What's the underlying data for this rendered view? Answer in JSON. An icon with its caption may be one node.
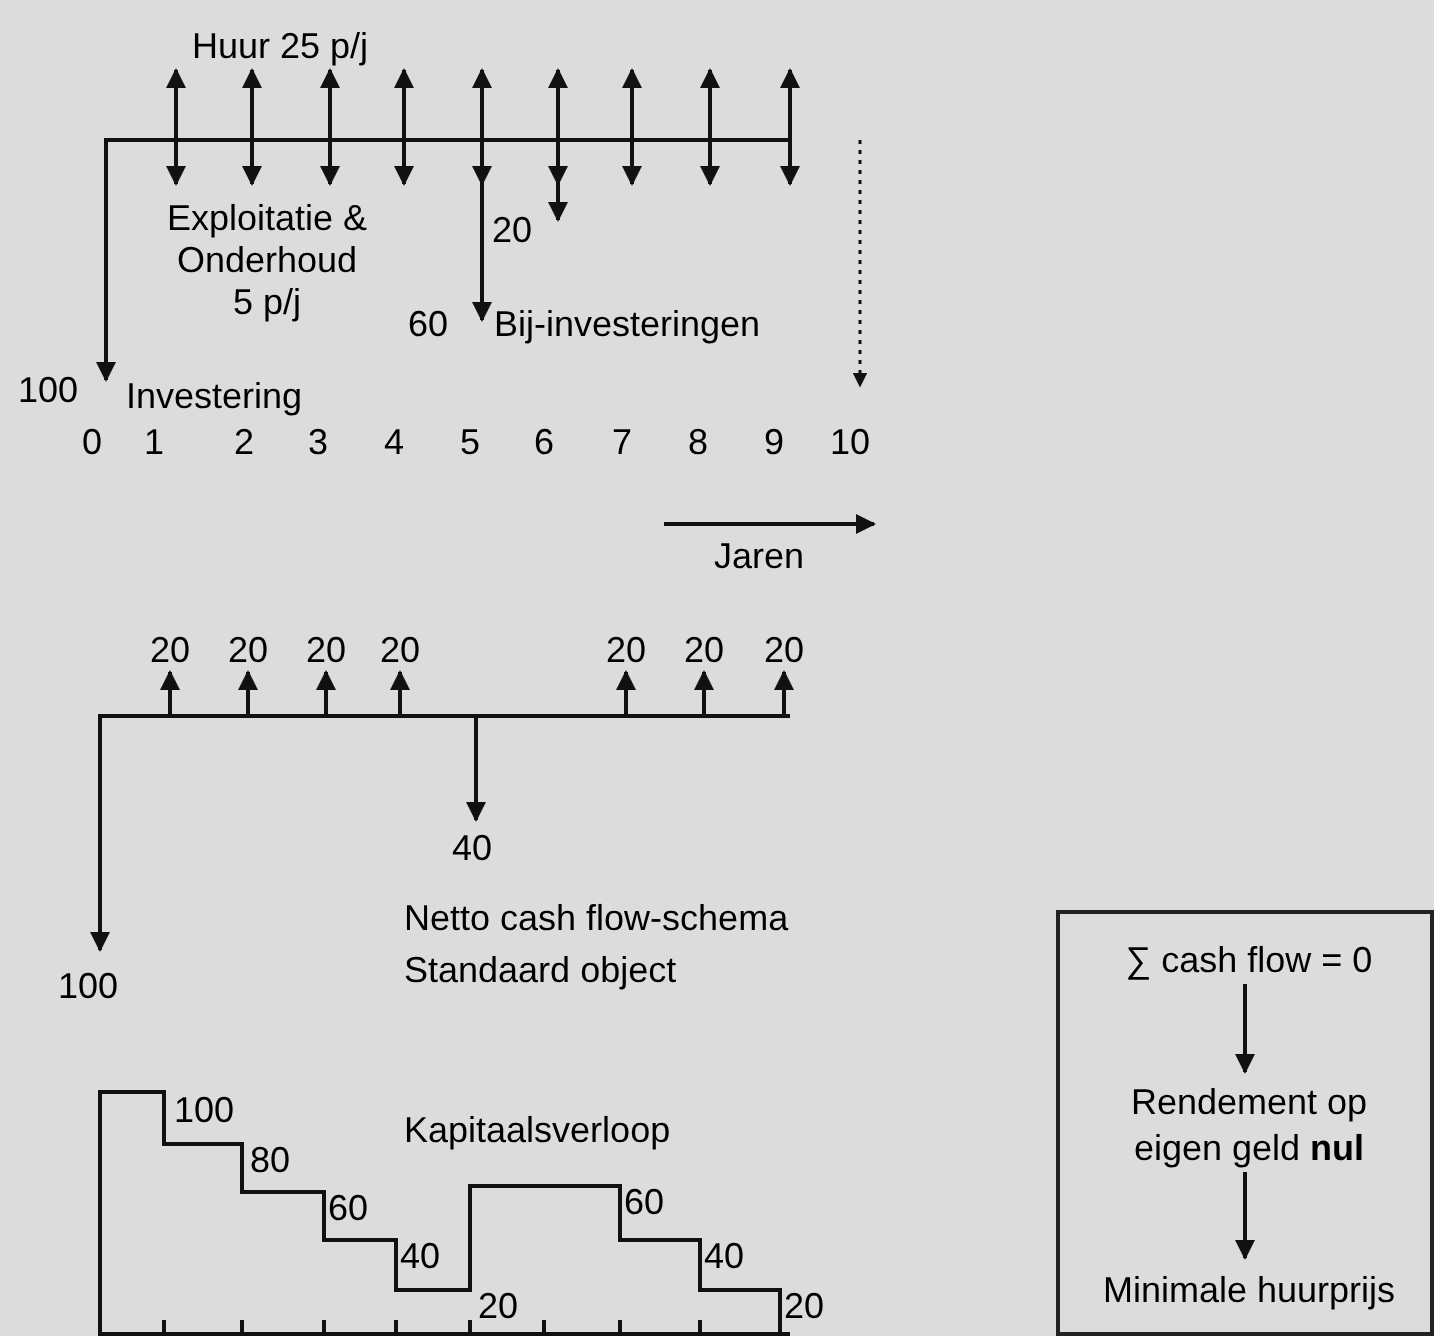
{
  "diagram": {
    "nodes": [
      {
        "text": [],
        "shape": "box"
      },
      {
        "text": [
          "∑ cash flow = 0"
        ],
        "in": 0
      },
      {
        "text": [
          "Rendement op eigen geld **nul**"
        ],
        "in": 0
      },
      {
        "text": [
          "Minimale huurprijs"
        ],
        "in": 0
      }
    ],
    "edges": [
      {
        "from": 1,
        "to": 2,
        "arrow": "to"
      },
      {
        "from": 2,
        "to": 3,
        "arrow": "to"
      }
    ],
    "labels": [
      "Huur 25 p/j",
      "Exploitatie & Onderhoud 5 p/j",
      "20",
      "60",
      "Bij-investeringen",
      "100",
      "Investering",
      "0",
      "1",
      "2",
      "3",
      "4",
      "5",
      "6",
      "7",
      "8",
      "9",
      "10",
      "Jaren",
      "20",
      "20",
      "20",
      "20",
      "20",
      "20",
      "20",
      "40",
      "100",
      "Netto cash flow-schema",
      "Standaard object",
      "100",
      "Kapitaalsverloop",
      "80",
      "60",
      "60",
      "40",
      "40",
      "20",
      "20"
    ]
  }
}
